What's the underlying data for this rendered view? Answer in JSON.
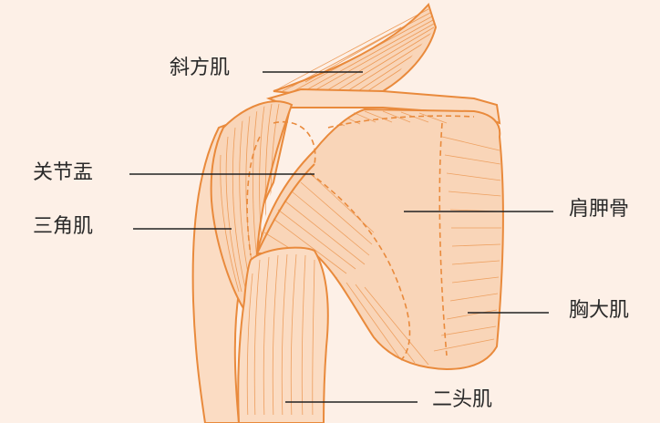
{
  "labels": {
    "trapezius": "斜方肌",
    "glenoid": "关节盂",
    "deltoid": "三角肌",
    "scapula": "肩胛骨",
    "pectoralis_major": "胸大肌",
    "biceps": "二头肌"
  },
  "colors": {
    "background": "#fdf0e7",
    "muscle_fill": "#f9d5b8",
    "outline": "#e98a3c",
    "leader_line": "#222222"
  }
}
